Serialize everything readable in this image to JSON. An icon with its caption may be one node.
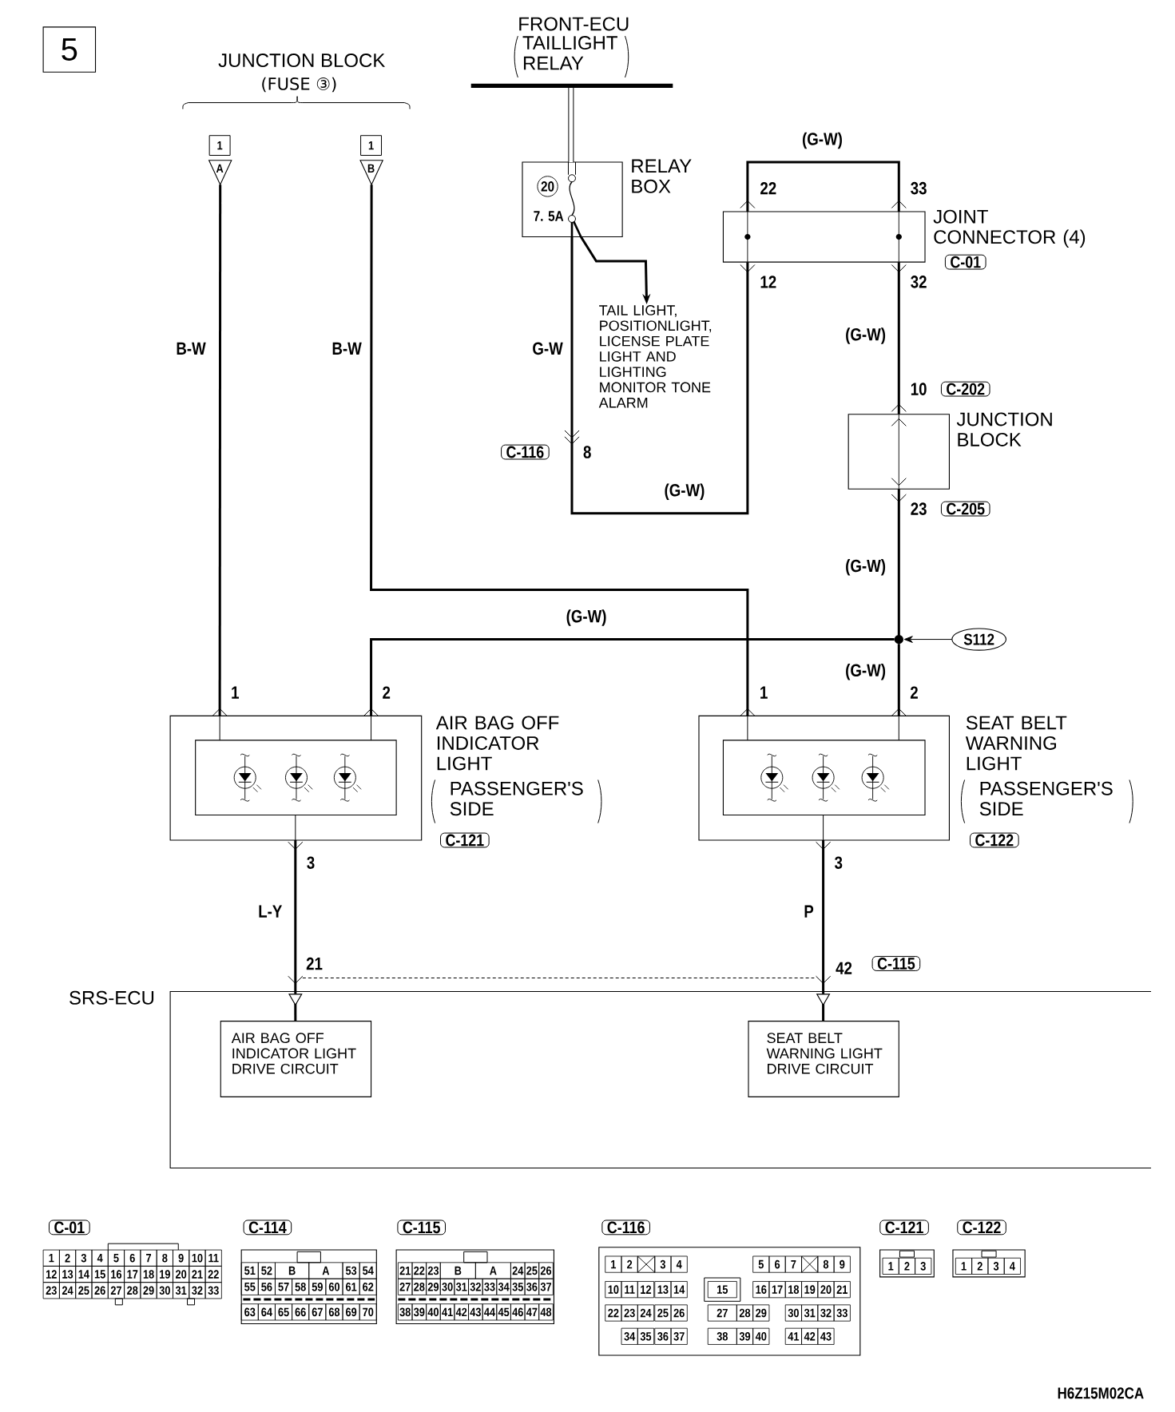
{
  "diagram": {
    "nodes": [
      {
        "text": [
          "5"
        ]
      },
      {
        "text": [
          "1",
          "A"
        ]
      },
      {
        "text": [
          "1",
          "B"
        ]
      },
      {
        "text": [
          "FRONT-ECU",
          "TAILLIGHT RELAY"
        ]
      },
      {
        "text": [
          "20",
          "RELAY BOX",
          "7. 5A"
        ]
      },
      {
        "text": [
          "TAIL LIGHT, POSITIONLIGHT, LICENSE PLATE LIGHT AND LIGHTING MONITOR TONE ALARM"
        ]
      },
      {
        "text": [
          "JOINT CONNECTOR (4)"
        ],
        "beside": [
          "C-01"
        ]
      },
      {
        "text": [
          "JUNCTION BLOCK"
        ]
      },
      {
        "text": [
          "S112"
        ]
      },
      {
        "text": [],
        "shape": "circle"
      },
      {
        "text": [
          "AIR BAG OFF INDICATOR LIGHT",
          "PASSENGER'S SIDE"
        ],
        "beside": [
          "C-121"
        ]
      },
      {
        "text": [
          "SEAT BELT WARNING LIGHT",
          "PASSENGER'S SIDE"
        ],
        "beside": [
          "C-122"
        ]
      },
      {
        "text": [
          "SRS-ECU"
        ]
      },
      {
        "text": [
          "AIR BAG OFF INDICATOR LIGHT DRIVE CIRCUIT"
        ],
        "in": 12
      },
      {
        "text": [
          "SEAT BELT WARNING LIGHT DRIVE CIRCUIT"
        ],
        "in": 12
      }
    ],
    "edges": [
      {
        "from": 1,
        "to": 10,
        "arrow": "other",
        "label": "B-W"
      },
      {
        "from": 2,
        "to": 11,
        "arrow": "other",
        "label": "B-W"
      },
      {
        "from": 3,
        "to": 4,
        "arrow": "none",
        "style": "thick"
      },
      {
        "from": 4,
        "to": 5,
        "arrow": "to"
      },
      {
        "from": 4,
        "to": 6,
        "arrow": "other",
        "label": "G-W"
      },
      {
        "from": 6,
        "to": 6,
        "arrow": "other",
        "label": "(G-W)"
      },
      {
        "from": 6,
        "to": 7,
        "arrow": "other",
        "label": "(G-W)"
      },
      {
        "from": 7,
        "to": 9,
        "arrow": "other",
        "label": "(G-W)"
      },
      {
        "from": 8,
        "to": 9,
        "arrow": "to"
      },
      {
        "from": 9,
        "to": 10,
        "arrow": "other",
        "label": "(G-W)"
      },
      {
        "from": 9,
        "to": 11,
        "arrow": "other",
        "label": "(G-W)"
      },
      {
        "from": 10,
        "to": 13,
        "arrow": "to",
        "label": "L-Y"
      },
      {
        "from": 11,
        "to": 14,
        "arrow": "to",
        "label": "P"
      }
    ],
    "labels": [
      "JUNCTION BLOCK",
      "(FUSE ③)",
      "22",
      "33",
      "12",
      "32",
      "C-116",
      "8",
      "(G-W)",
      "10",
      "C-202",
      "23",
      "C-205",
      "1",
      "2",
      "1",
      "2",
      "3",
      "3",
      "21",
      "42",
      "C-115",
      "C-01",
      "1",
      "2",
      "3",
      "4",
      "5",
      "6",
      "7",
      "8",
      "9",
      "10",
      "11",
      "12",
      "13",
      "14",
      "15",
      "16",
      "17",
      "18",
      "19",
      "20",
      "21",
      "22",
      "23",
      "24",
      "25",
      "26",
      "27",
      "28",
      "29",
      "30",
      "31",
      "32",
      "33",
      "C-114",
      "51",
      "52",
      "B",
      "A",
      "53",
      "54",
      "55",
      "56",
      "57",
      "58",
      "59",
      "60",
      "61",
      "62",
      "63",
      "64",
      "65",
      "66",
      "67",
      "68",
      "69",
      "70",
      "C-115",
      "21",
      "22",
      "23",
      "B",
      "A",
      "24",
      "25",
      "26",
      "27",
      "28",
      "29",
      "30",
      "31",
      "32",
      "33",
      "34",
      "35",
      "36",
      "37",
      "38",
      "39",
      "40",
      "41",
      "42",
      "43",
      "44",
      "45",
      "46",
      "47",
      "48",
      "C-116",
      "1",
      "2",
      "3",
      "4",
      "5",
      "6",
      "7",
      "8",
      "9",
      "10",
      "11",
      "12",
      "13",
      "14",
      "15",
      "16",
      "17",
      "18",
      "19",
      "20",
      "21",
      "22",
      "23",
      "24",
      "25",
      "26",
      "27",
      "28",
      "29",
      "30",
      "31",
      "32",
      "33",
      "34",
      "35",
      "36",
      "37",
      "38",
      "39",
      "40",
      "41",
      "42",
      "43",
      "C-121",
      "1",
      "2",
      "3",
      "C-122",
      "1",
      "2",
      "3",
      "4",
      "H6Z15M02CA"
    ]
  }
}
